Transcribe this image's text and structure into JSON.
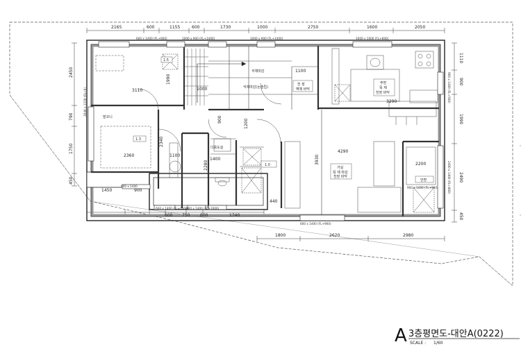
{
  "title": {
    "letter": "A",
    "name": "3층평면도-대안A(0222)",
    "scale_label": "SCALE :",
    "scale_value": "1/60"
  },
  "dimensions": {
    "top_row": [
      "2165",
      "600",
      "1155",
      "600",
      "1730",
      "1000",
      "2750",
      "1600",
      "2050"
    ],
    "left_col": [
      "2450",
      "790",
      "1750",
      "450"
    ],
    "right_col": [
      "1110",
      "900",
      "1990",
      "2490",
      "450"
    ],
    "bottom_row_inner": [
      "1450",
      "900",
      "600",
      "750",
      "600",
      "1740"
    ],
    "bottom_row_outer": [
      "1800",
      "2620",
      "2980"
    ],
    "interior": [
      "3110",
      "1990",
      "1000",
      "1100",
      "1200",
      "900",
      "2340",
      "2360",
      "1100",
      "2280",
      "1400",
      "440",
      "3930",
      "4290",
      "2200",
      "3290"
    ]
  },
  "window_tags": {
    "w_top_1": "600 x 1400 (FL+600)",
    "w_top_2": "1000 x 900 (FL+1400)",
    "w_top_3": "1000 x 900 (FL+1400)",
    "w_top_4": "1600 x 1000 (FL+600)",
    "w_left": "2040 x 1150 (FL+0)",
    "w_right_1": "900 x 1400 (FL+500)",
    "w_right_2": "2400 x 1400 (FL+800)",
    "w_bot_1": "900 x 1400",
    "w_bot_2": "600 x 1400 (FL+1000)",
    "w_bot_3": "600 x 1400 (FL+1000)",
    "w_bot_4": "600 x 1400 (FL+900)",
    "w_bot_5": "900 x 1400 (FL+900)"
  },
  "room_labels": {
    "stairs_up": "석재마감",
    "stairs_mid": "석재마감(논슬립)",
    "room_a": "1.3",
    "room_a2": "1.5",
    "bath_upper": "천 장",
    "bath_lower": "벽체 바닥",
    "bath_box": "1.0",
    "living": "거실",
    "living_sub": "목 재 마감",
    "living_sub2": "천장 바닥",
    "kitchen": "주방",
    "kitchen_sub": "목 재",
    "kitchen_sub2": "천장 바닥",
    "bedroom": "안방",
    "bath2": "다용도실",
    "balcony": "발코니"
  }
}
